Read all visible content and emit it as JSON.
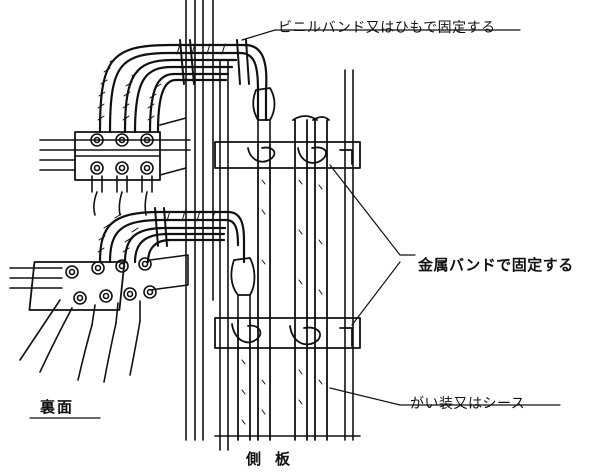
{
  "labels": {
    "vinyl_band": "ビニルバンド又はひもで固定する",
    "metal_band": "金属バンドで固定する",
    "armor_sheath": "がい装又はシース",
    "back_side": "裏面",
    "side_plate": "側板"
  },
  "colors": {
    "ink": "#111111",
    "paper": "#ffffff"
  }
}
